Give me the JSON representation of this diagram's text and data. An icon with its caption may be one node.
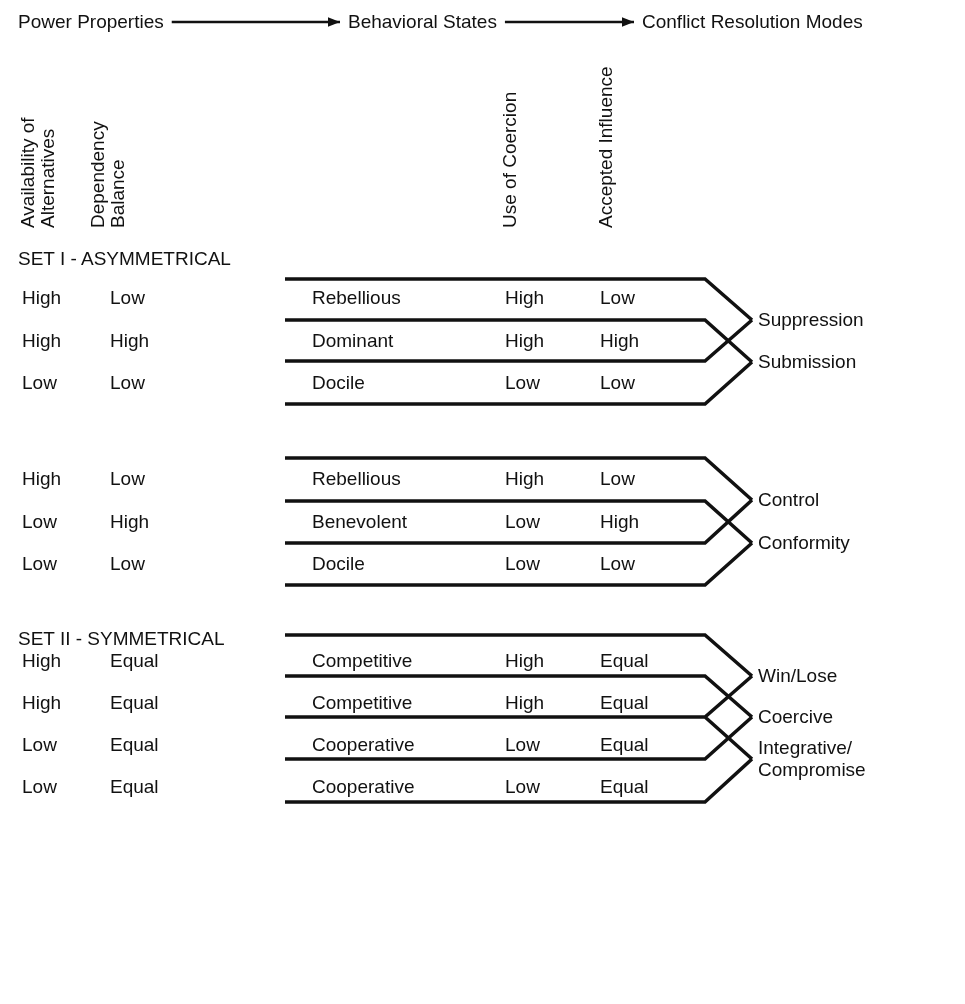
{
  "diagram": {
    "nodes": [
      {
        "text": [
          "Power Properties"
        ]
      },
      {
        "text": [
          "Behavioral States"
        ]
      },
      {
        "text": [
          "Conflict Resolution Modes"
        ]
      }
    ],
    "edges": [
      {
        "from": 0,
        "to": 1,
        "arrow": "to"
      },
      {
        "from": 1,
        "to": 2,
        "arrow": "to"
      }
    ],
    "labels": [
      "Availability of Alternatives",
      "Dependency Balance",
      "Use of Coercion",
      "Accepted Influence",
      "SET I - ASYMMETRICAL",
      "High",
      "Low",
      "Rebellious",
      "High",
      "Low",
      "Suppression",
      "High",
      "High",
      "Dominant",
      "High",
      "High",
      "Submission",
      "Low",
      "Low",
      "Docile",
      "Low",
      "Low",
      "High",
      "Low",
      "Rebellious",
      "High",
      "Low",
      "Control",
      "Low",
      "High",
      "Benevolent",
      "Low",
      "High",
      "Conformity",
      "Low",
      "Low",
      "Docile",
      "Low",
      "Low",
      "SET II - SYMMETRICAL",
      "High",
      "Equal",
      "Competitive",
      "High",
      "Equal",
      "Win/Lose",
      "High",
      "Equal",
      "Competitive",
      "High",
      "Equal",
      "Coercive",
      "Low",
      "Equal",
      "Cooperative",
      "Low",
      "Equal",
      "Integrative/ Compromise",
      "Low",
      "Equal",
      "Cooperative",
      "Low",
      "Equal"
    ]
  }
}
